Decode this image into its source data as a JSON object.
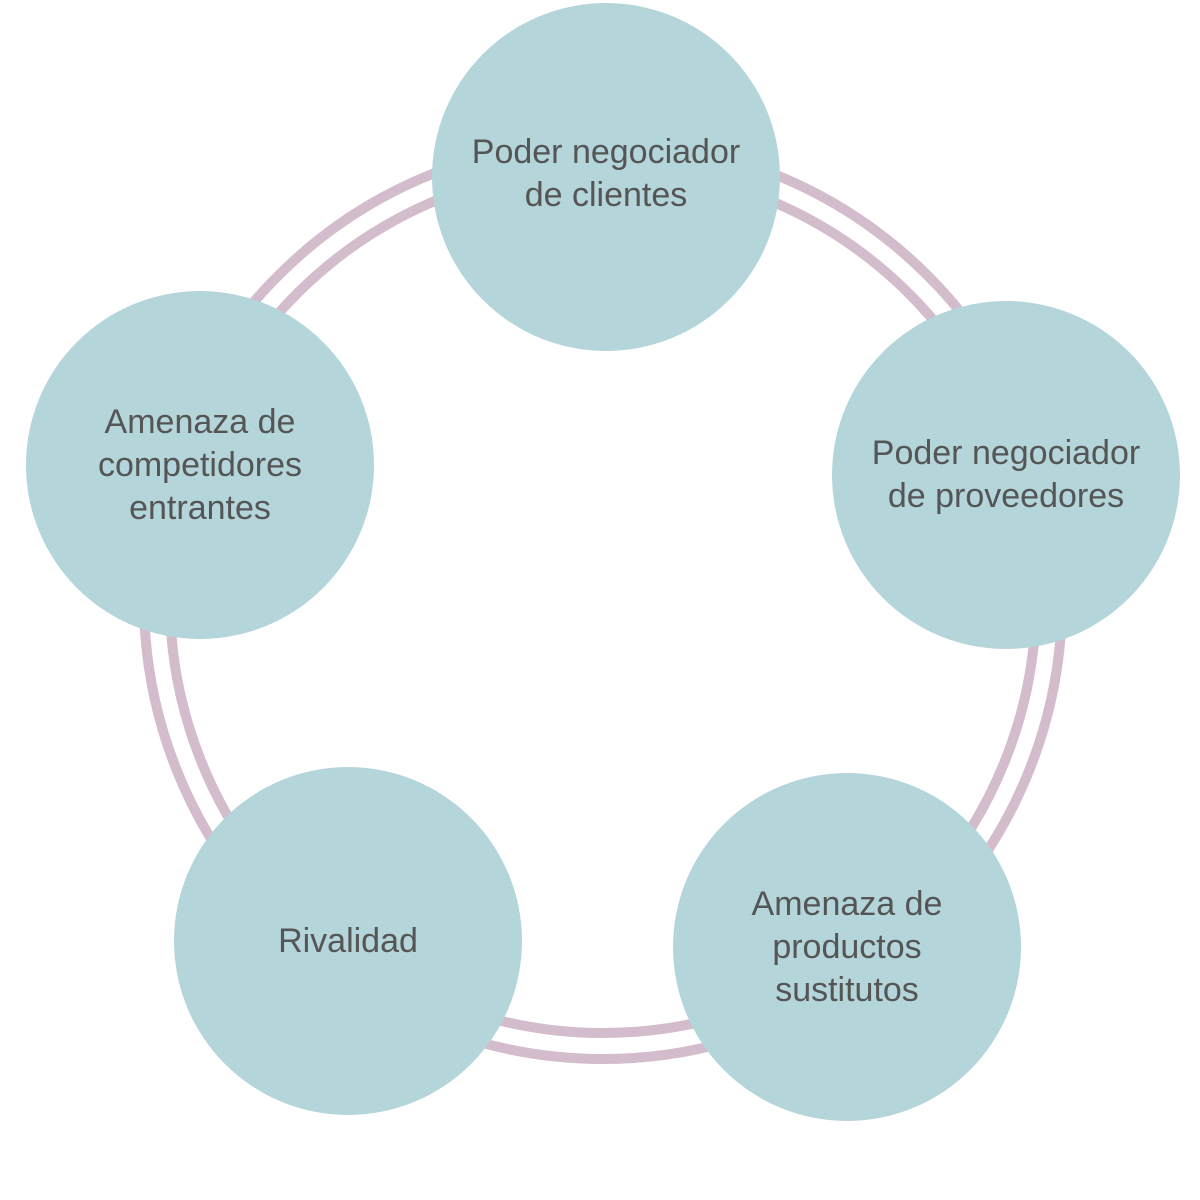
{
  "colors": {
    "ring": "#d3bccb",
    "node_fill": "#b4d5da",
    "text": "#555555",
    "background": "#ffffff"
  },
  "nodes": [
    {
      "label": "Poder negociador\nde clientes"
    },
    {
      "label": "Poder negociador\nde proveedores"
    },
    {
      "label": "Amenaza de\nproductos\nsustitutos"
    },
    {
      "label": "Rivalidad"
    },
    {
      "label": "Amenaza de\ncompetidores\nentrantes"
    }
  ]
}
